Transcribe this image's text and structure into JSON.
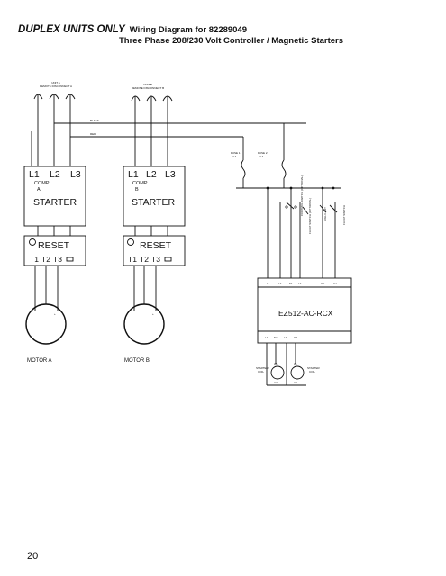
{
  "header": {
    "title_italic": "DUPLEX UNITS ONLY",
    "title_rest": "Wiring Diagram for 82289049",
    "subtitle": "Three Phase 208/230 Volt Controller / Magnetic Starters"
  },
  "diagram": {
    "disconnect_a_label_1": "UNIT A",
    "disconnect_a_label_2": "REMOTE DISCONNECT A",
    "disconnect_b_label_1": "UNIT B",
    "disconnect_b_label_2": "REMOTE DISCONNECT B",
    "wire_black": "BLACK",
    "wire_red": "RED",
    "fuse_1_label": "FUSE 1",
    "fuse_1_rating": "2 A",
    "fuse_2_label": "FUSE 2",
    "fuse_2_rating": "2 A",
    "starter_a": {
      "terminals": [
        "L1",
        "L2",
        "L3"
      ],
      "comp_label": "COMP",
      "comp_letter": "A",
      "name": "STARTER",
      "reset": "RESET",
      "outputs": [
        "T1",
        "T2",
        "T3"
      ]
    },
    "starter_b": {
      "terminals": [
        "L1",
        "L2",
        "L3"
      ],
      "comp_label": "COMP",
      "comp_letter": "B",
      "name": "STARTER",
      "reset": "RESET",
      "outputs": [
        "T1",
        "T2",
        "T3"
      ]
    },
    "switch_1_label": "CONTROL SWITCH (OPTIONAL)",
    "switch_2_label": "FLOAT SWITCH (OPTIONAL)",
    "switch_3_label": "HIGH LIMIT",
    "switch_4_label": "FLOAT SWITCH",
    "controller_name": "EZ512-AC-RCX",
    "controller_top_terminals": [
      "L1",
      "L2",
      "S1",
      "L2",
      "HV",
      "LV"
    ],
    "controller_bottom_terminals": [
      "L1",
      "N1",
      "L2",
      "O2"
    ],
    "motor_a_label": "MOTOR A",
    "motor_b_label": "MOTOR B",
    "coil_a_label_1": "STARTER",
    "coil_a_label_2": "COIL",
    "coil_b_label_1": "STARTER",
    "coil_b_label_2": "COIL",
    "coil_a_terminals": [
      "A1",
      "A2"
    ],
    "coil_b_terminals": [
      "A1",
      "A2"
    ],
    "motor_a_mark": "+",
    "motor_b_mark": "+"
  },
  "footer": {
    "page_number": "20"
  }
}
